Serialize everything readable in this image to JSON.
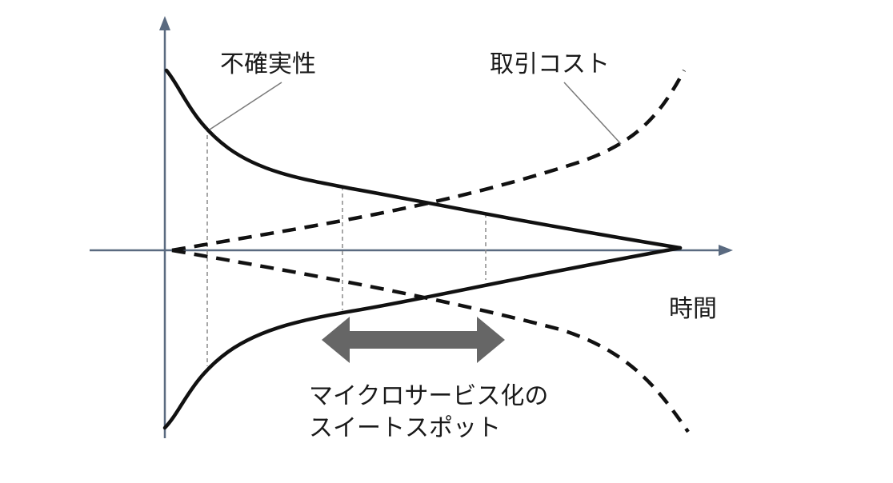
{
  "labels": {
    "uncertainty": "不確実性",
    "transaction_cost": "取引コスト",
    "time_axis": "時間",
    "sweet_spot_line1": "マイクロサービス化の",
    "sweet_spot_line2": "スイートスポット"
  },
  "colors": {
    "axis": "#5a6a80",
    "curve": "#111111",
    "guide": "#8a8a8a",
    "arrow": "#666666",
    "leader": "#7a7a7a"
  }
}
